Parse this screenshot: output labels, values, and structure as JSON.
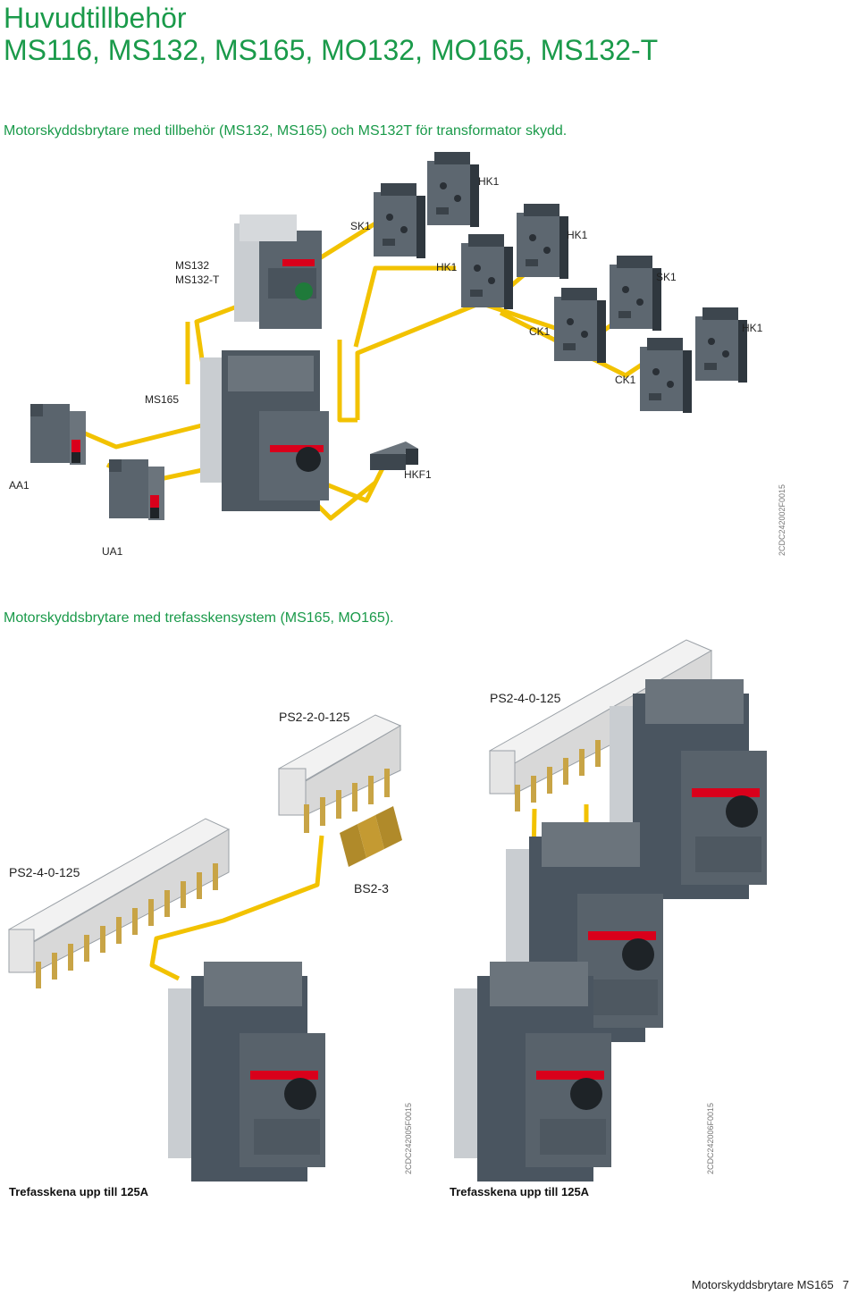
{
  "title": {
    "line1": "Huvudtillbehör",
    "line2": "MS116, MS132, MS165, MO132, MO165, MS132-T"
  },
  "section1": {
    "heading": "Motorskyddsbrytare med tillbehör (MS132, MS165) och MS132T för transformator skydd.",
    "labels": {
      "hk1_top": "HK1",
      "sk1_top": "SK1",
      "hk1_mid": "HK1",
      "ms132": "MS132",
      "ms132t": "MS132-T",
      "hk1_left": "HK1",
      "sk1_right": "SK1",
      "ck1_a": "CK1",
      "hk1_cut": "HK1",
      "ck1_b": "CK1",
      "ms165": "MS165",
      "aa1": "AA1",
      "hkf1": "HKF1",
      "ua1": "UA1"
    },
    "code": "2CDC242002F0015"
  },
  "section2": {
    "heading": "Motorskyddsbrytare med trefasskensystem (MS165, MO165).",
    "labels": {
      "ps_22": "PS2-2-0-125",
      "ps_40_top": "PS2-4-0-125",
      "ps_40_left": "PS2-4-0-125",
      "bs": "BS2-3"
    },
    "code_left": "2CDC242005F0015",
    "code_right": "2CDC242006F0015",
    "caption_left": "Trefasskena upp till 125A",
    "caption_right": "Trefasskena upp till 125A"
  },
  "footer": {
    "text": "Motorskyddsbrytare MS165",
    "page": "7"
  },
  "colors": {
    "accent_green": "#1a9a4a",
    "connector_yellow": "#f2c200",
    "device_dark": "#4a5560",
    "device_mid": "#6b7580",
    "device_light": "#c9cdd1",
    "abb_red": "#d9001b"
  }
}
